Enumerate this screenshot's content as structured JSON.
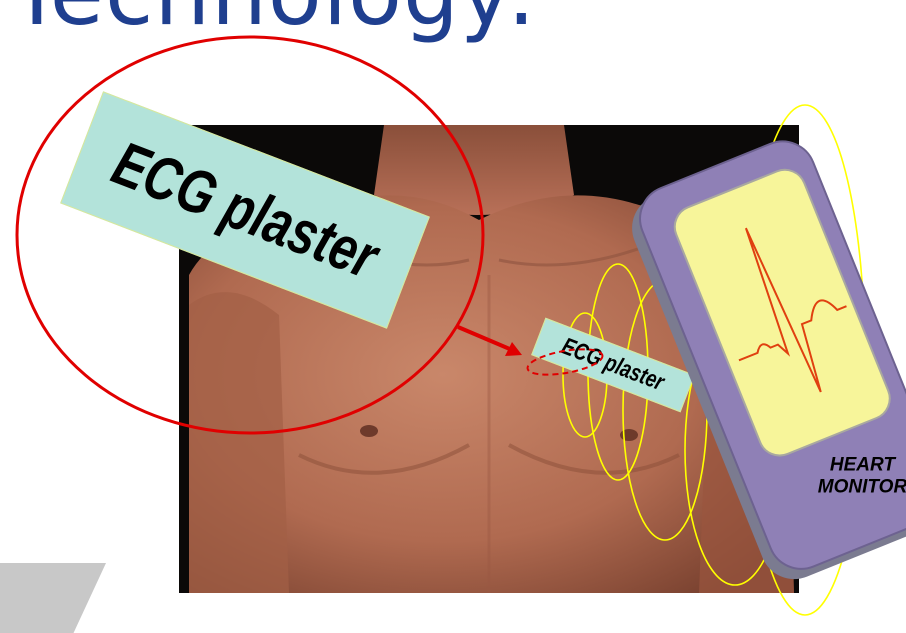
{
  "slide": {
    "title": "Technology:"
  },
  "plaster": {
    "zoom_label": "ECG plaster",
    "on_body_label": "ECG plaster"
  },
  "monitor": {
    "label_line1": "HEART",
    "label_line2": "MONITOR"
  },
  "colors": {
    "title": "#1f3f8f",
    "callout_circle": "#e00000",
    "signal_waves": "#ffff00",
    "plaster": "#b3e3da",
    "monitor_body": "#8f80b6",
    "monitor_screen": "#f7f59a",
    "ecg_trace": "#e04010"
  },
  "icons": [
    "ecg-waveform-icon",
    "wireless-signal-icon",
    "arrow-icon"
  ]
}
